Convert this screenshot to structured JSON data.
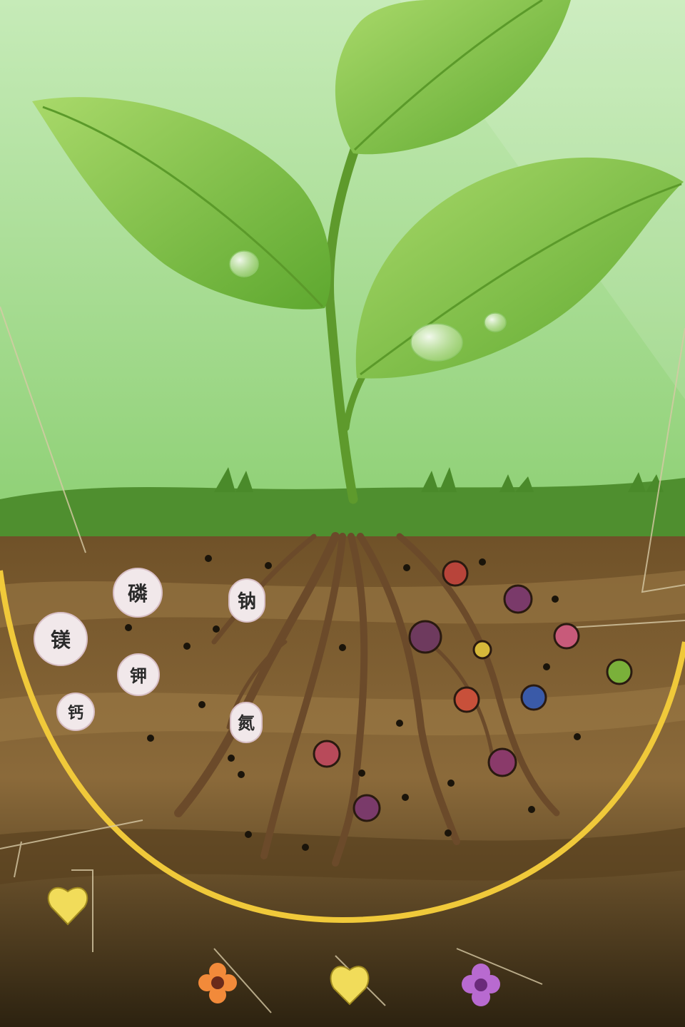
{
  "bubbles": [
    {
      "id": "b1",
      "text": "磷"
    },
    {
      "id": "b2",
      "text": "钠"
    },
    {
      "id": "b3",
      "text": "镁"
    },
    {
      "id": "b4",
      "text": "钾"
    },
    {
      "id": "b5",
      "text": "钙"
    },
    {
      "id": "b6",
      "text": "氮"
    }
  ],
  "colors": {
    "sky_top": "#c3e8b4",
    "sky_bottom": "#8fcf76",
    "leaf": "#7cba3c",
    "stem": "#5e9a2c",
    "grass": "#4f8f2f",
    "soil_light": "#8a6a3c",
    "soil_dark": "#3b2a14",
    "root": "#6b4a2a",
    "ring": "#f0c93a"
  },
  "icons": [
    "water-droplet-icon",
    "heart-icon",
    "flower-icon",
    "nutrient-particle-icon"
  ]
}
